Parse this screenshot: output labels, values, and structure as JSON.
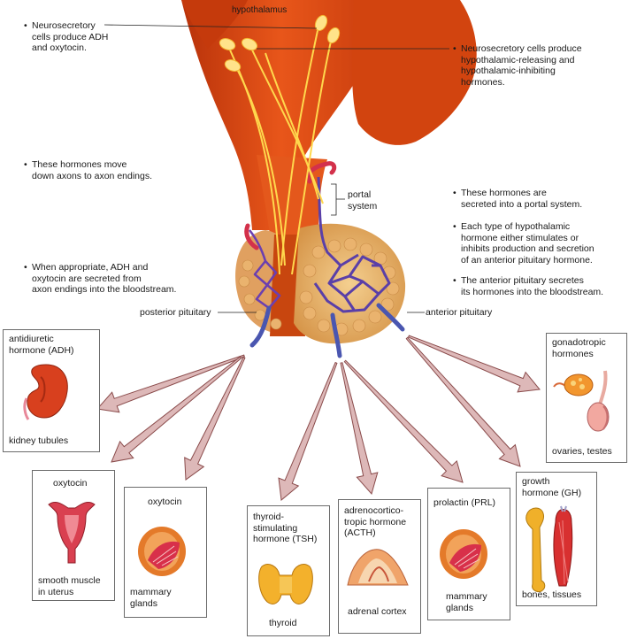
{
  "labels": {
    "hypothalamus": "hypothalamus",
    "portal_system": "portal\nsystem",
    "posterior_pituitary": "posterior pituitary",
    "anterior_pituitary": "anterior pituitary"
  },
  "left_notes": [
    "Neurosecretory\ncells produce ADH\nand oxytocin.",
    "These hormones move\ndown axons to axon endings.",
    "When appropriate, ADH and\noxytocin are secreted from\naxon endings into the bloodstream."
  ],
  "right_notes": [
    "Neurosecretory cells produce\nhypothalamic-releasing and\nhypothalamic-inhibiting\nhormones.",
    "These hormones are\nsecreted into a portal system.",
    "Each type of hypothalamic\nhormone either stimulates or\ninhibits production and secretion\nof an anterior pituitary hormone.",
    "The anterior pituitary secretes\nits hormones into the bloodstream."
  ],
  "targets": {
    "adh": {
      "hormone": "antidiuretic\nhormone (ADH)",
      "target": "kidney tubules"
    },
    "oxytocin_uterus": {
      "hormone": "oxytocin",
      "target": "smooth muscle\nin uterus"
    },
    "oxytocin_mammary": {
      "hormone": "oxytocin",
      "target": "mammary\nglands"
    },
    "tsh": {
      "hormone": "thyroid-\nstimulating\nhormone (TSH)",
      "target": "thyroid"
    },
    "acth": {
      "hormone": "adrenocortico-\ntropic hormone\n(ACTH)",
      "target": "adrenal cortex"
    },
    "prl": {
      "hormone": "prolactin (PRL)",
      "target": "mammary\nglands"
    },
    "gh": {
      "hormone": "growth\nhormone (GH)",
      "target": "bones, tissues"
    },
    "gonadotropic": {
      "hormone": "gonadotropic\nhormones",
      "target": "ovaries, testes"
    }
  },
  "icons": [
    "kidney-icon",
    "uterus-icon",
    "mammary-gland-icon",
    "thyroid-icon",
    "adrenal-gland-icon",
    "bone-muscle-icon",
    "ovary-testis-icon"
  ],
  "colors": {
    "hypothalamus_tissue": "#d9480f",
    "posterior_lobe": "#e0a060",
    "anterior_lobe": "#e8b770",
    "axon": "#ffd84d",
    "vein": "#4a56b0",
    "artery": "#d3314b",
    "arrow_fill": "#ddb8b8",
    "arrow_stroke": "#8a4b4b"
  }
}
